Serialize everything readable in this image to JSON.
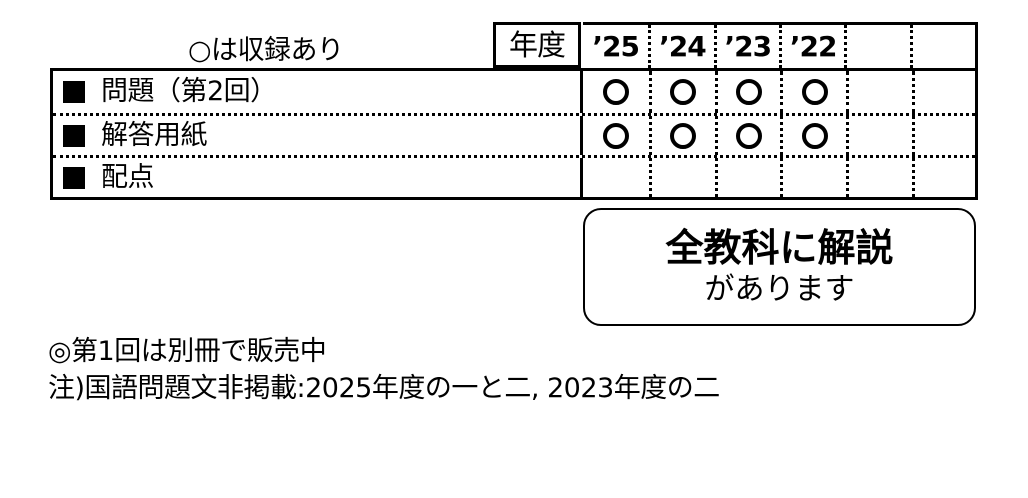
{
  "legend": {
    "text": "○は収録あり"
  },
  "table": {
    "year_header_label": "年度",
    "columns": [
      "’25",
      "’24",
      "’23",
      "’22",
      "",
      ""
    ],
    "rows": [
      {
        "label": "問題（第2回）",
        "marks": [
          "○",
          "○",
          "○",
          "○",
          "",
          ""
        ]
      },
      {
        "label": "解答用紙",
        "marks": [
          "○",
          "○",
          "○",
          "○",
          "",
          ""
        ]
      },
      {
        "label": "配点",
        "marks": [
          "",
          "",
          "",
          "",
          "",
          ""
        ]
      }
    ]
  },
  "callout": {
    "line1": "全教科に解説",
    "line2": "があります"
  },
  "notes": [
    "◎第1回は別冊で販売中",
    "注)国語問題文非掲載:2025年度の一と二, 2023年度の二"
  ]
}
